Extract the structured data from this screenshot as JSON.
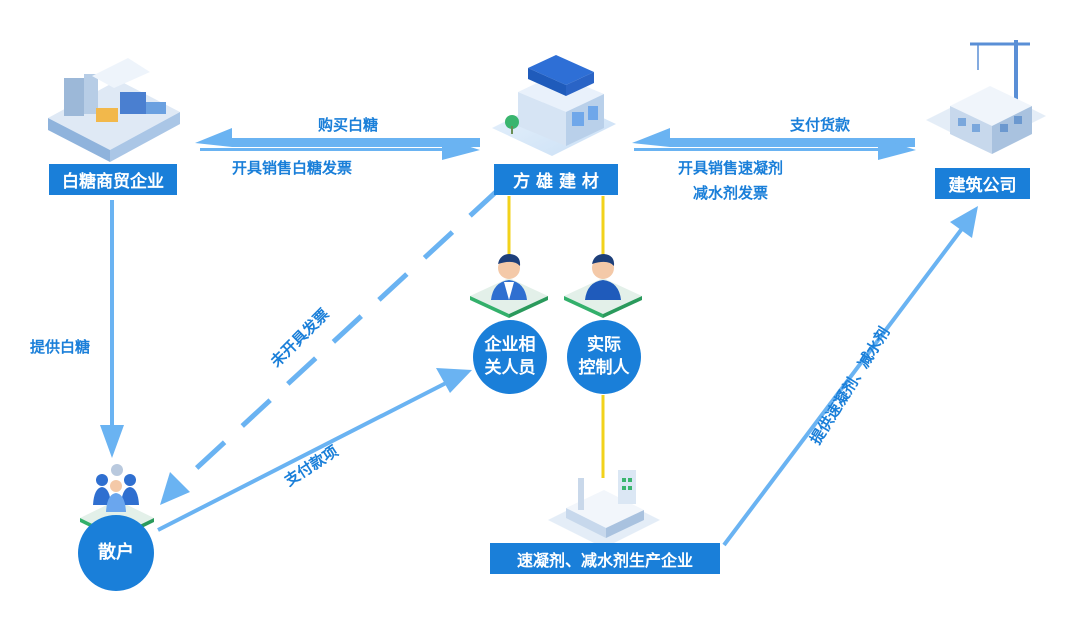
{
  "nodes": {
    "sugar_trader": "白糖商贸企业",
    "fangxiong": "方 雄 建 材",
    "construction": "建筑公司",
    "staff": [
      "企业相",
      "关人员"
    ],
    "controller": [
      "实际",
      "控制人"
    ],
    "individuals": "散户",
    "producer": "速凝剂、减水剂生产企业"
  },
  "edges": {
    "buy_sugar": "购买白糖",
    "issue_sugar_invoice": "开具销售白糖发票",
    "pay_goods": "支付货款",
    "issue_agent_invoice": [
      "开具销售速凝剂",
      "减水剂发票"
    ],
    "provide_sugar": "提供白糖",
    "no_invoice": "未开具发票",
    "pay_money": "支付款项",
    "provide_agents": "提供速凝剂、减水剂"
  },
  "colors": {
    "primary": "#1a7fd9",
    "arrow": "#6ab3f2",
    "link": "#f2d21b"
  }
}
